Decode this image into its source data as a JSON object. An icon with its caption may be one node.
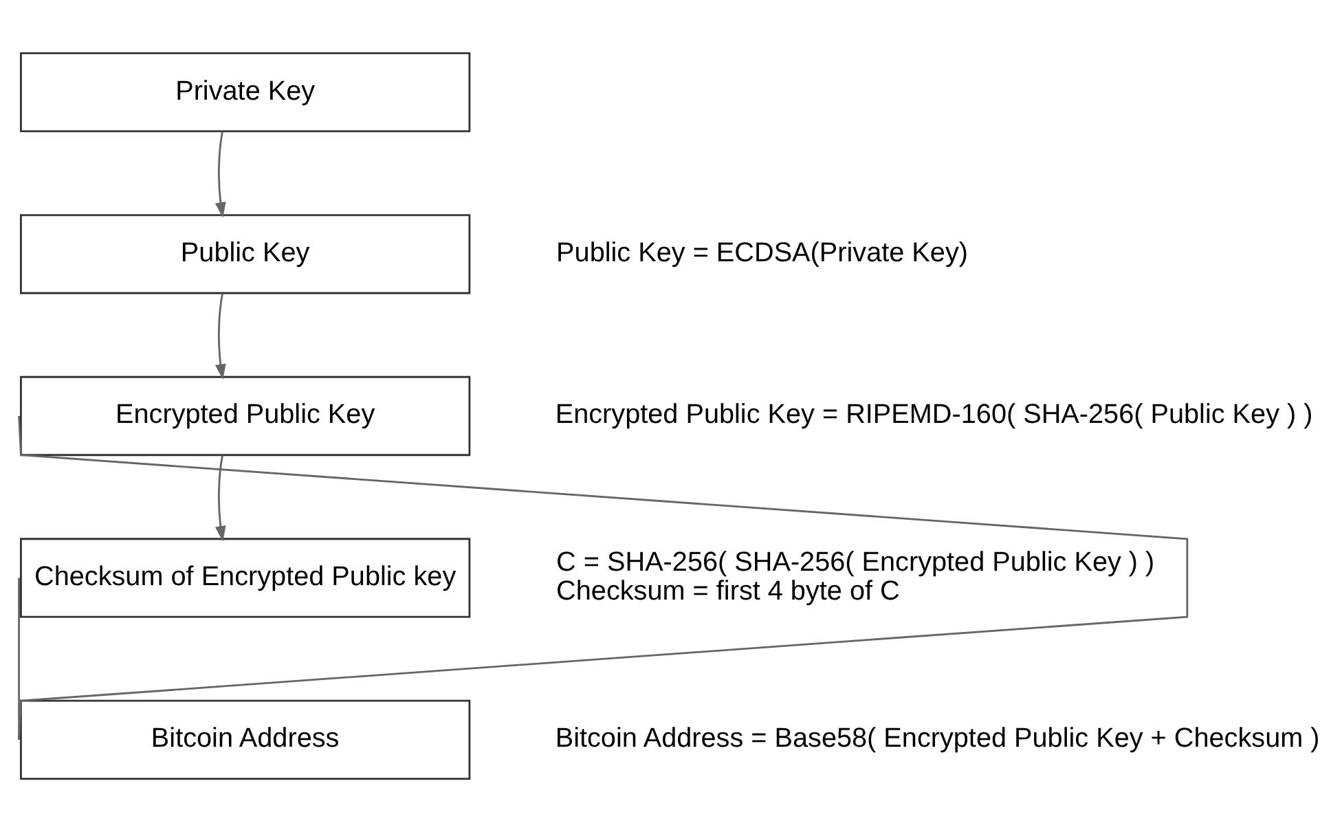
{
  "diagram": {
    "nodes": [
      {
        "text": [
          "Private Key"
        ]
      },
      {
        "text": [
          "Public Key"
        ],
        "beside": [
          "Public Key = ECDSA(Private Key)"
        ]
      },
      {
        "text": [
          "Encrypted Public Key"
        ],
        "beside": [
          "Encrypted Public Key = RIPEMD-160( SHA-256( Public Key ) )"
        ]
      },
      {
        "text": [
          "Checksum of Encrypted Public key"
        ],
        "beside": [
          "C = SHA-256( SHA-256( Encrypted Public Key ) )",
          "Checksum = first 4 byte of C"
        ]
      },
      {
        "text": [
          "Bitcoin Address"
        ],
        "beside": [
          "Bitcoin Address = Base58( Encrypted Public Key + Checksum )"
        ]
      }
    ],
    "edges": [
      {
        "from": 0,
        "to": 1,
        "arrow": "to"
      },
      {
        "from": 1,
        "to": 2,
        "arrow": "to"
      },
      {
        "from": 2,
        "to": 3,
        "arrow": "to"
      },
      {
        "from": 2,
        "to": 4,
        "arrow": "none"
      },
      {
        "from": 3,
        "to": 4,
        "arrow": "none"
      }
    ]
  }
}
